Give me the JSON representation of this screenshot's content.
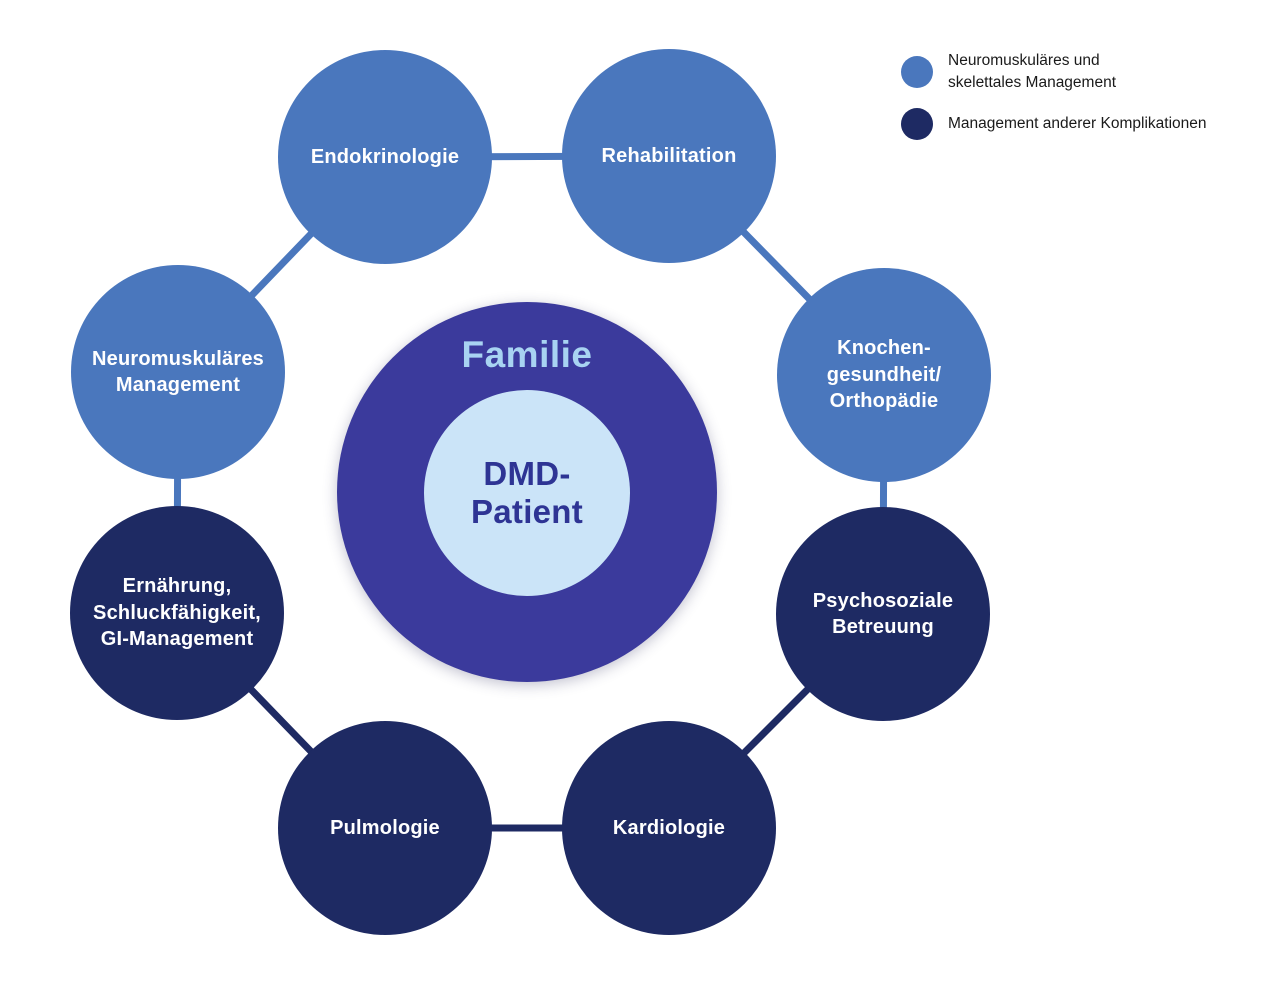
{
  "palette": {
    "light_blue": "#4a77bd",
    "dark_navy": "#1e2a63",
    "center_indigo": "#3b3a9c",
    "inner_light_blue": "#cbe4f8",
    "family_text_blue": "#a8d3f2",
    "patient_text_indigo": "#2e3494"
  },
  "legend": {
    "items": [
      {
        "color_key": "light_blue",
        "label": "Neuromuskuläres und\nskelettales Management"
      },
      {
        "color_key": "dark_navy",
        "label": "Management anderer Komplikationen"
      }
    ]
  },
  "center": {
    "family_label": "Familie",
    "patient_label": "DMD-\nPatient"
  },
  "nodes": [
    {
      "id": "endokrinologie",
      "label": "Endokrinologie",
      "category": "light_blue"
    },
    {
      "id": "rehabilitation",
      "label": "Rehabilitation",
      "category": "light_blue"
    },
    {
      "id": "knochengesundheit",
      "label": "Knochen-\ngesundheit/\nOrthopädie",
      "category": "light_blue"
    },
    {
      "id": "psychosoziale",
      "label": "Psychosoziale\nBetreuung",
      "category": "dark_navy"
    },
    {
      "id": "kardiologie",
      "label": "Kardiologie",
      "category": "dark_navy"
    },
    {
      "id": "pulmologie",
      "label": "Pulmologie",
      "category": "dark_navy"
    },
    {
      "id": "ernaehrung",
      "label": "Ernährung,\nSchluckfähigkeit,\nGI-Management",
      "category": "dark_navy"
    },
    {
      "id": "neuromuskulaeres",
      "label": "Neuromuskuläres\nManagement",
      "category": "light_blue"
    }
  ]
}
